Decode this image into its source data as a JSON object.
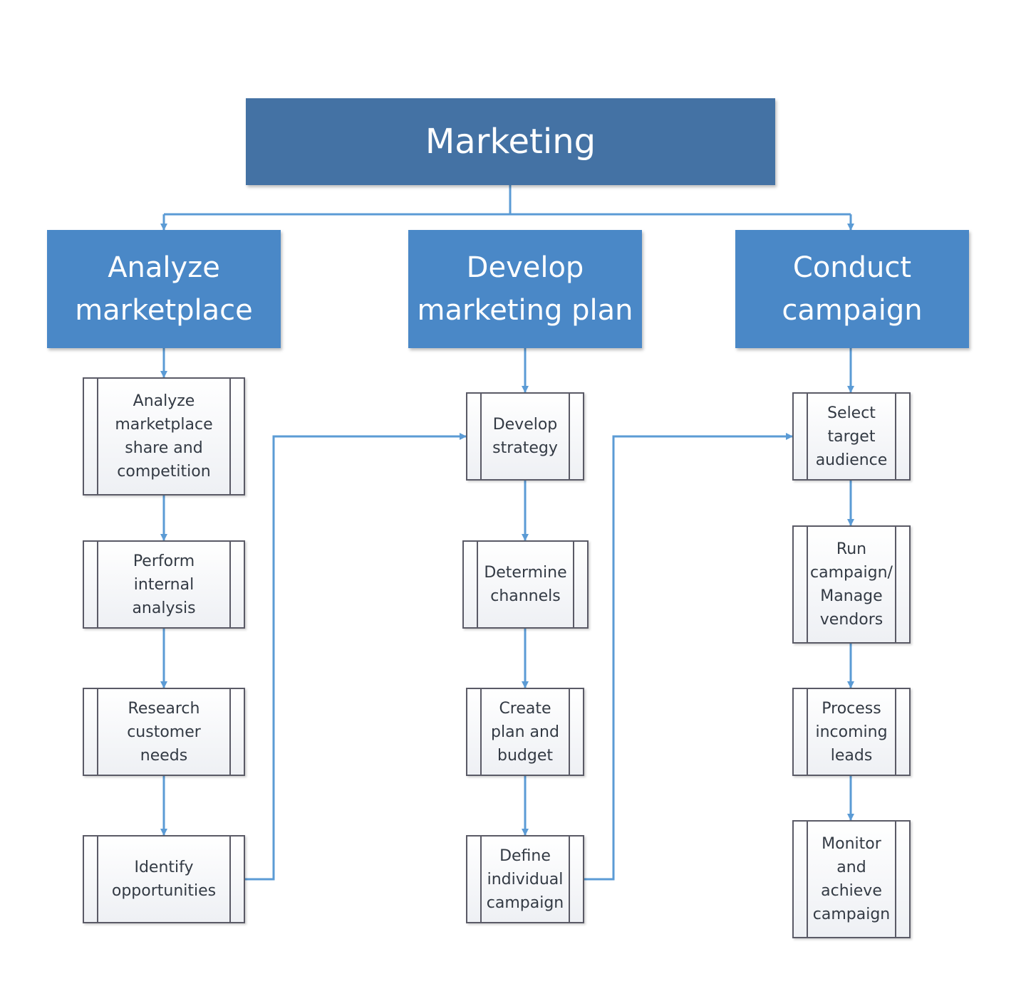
{
  "root": {
    "label": "Marketing"
  },
  "colors": {
    "root": "#4472a4",
    "category": "#4a88c7",
    "connector": "#5b9bd5",
    "process_border": "#5a5a66"
  },
  "categories": [
    {
      "label_lines": [
        "Analyze",
        "marketplace"
      ],
      "steps": [
        "Analyze\nmarketplace\nshare and\ncompetition",
        "Perform\ninternal\nanalysis",
        "Research\ncustomer\nneeds",
        "Identify\nopportunities"
      ]
    },
    {
      "label_lines": [
        "Develop",
        "marketing plan"
      ],
      "steps": [
        "Develop\nstrategy",
        "Determine\nchannels",
        "Create\nplan and\nbudget",
        "Define\nindividual\ncampaign"
      ]
    },
    {
      "label_lines": [
        "Conduct",
        "campaign"
      ],
      "steps": [
        "Select\ntarget\naudience",
        "Run\ncampaign/\nManage\nvendors",
        "Process\nincoming\nleads",
        "Monitor\nand\nachieve\ncampaign"
      ]
    }
  ]
}
